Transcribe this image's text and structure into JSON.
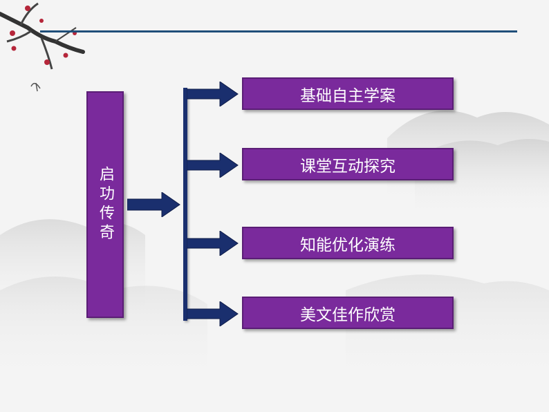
{
  "diagram": {
    "main_label": "启功传奇",
    "items": [
      {
        "label": "基础自主学案"
      },
      {
        "label": "课堂互动探究"
      },
      {
        "label": "知能优化演练"
      },
      {
        "label": "美文佳作欣赏"
      }
    ]
  },
  "colors": {
    "box_fill": "#7a2a9c",
    "arrow_fill": "#1a2f6e",
    "rule_line": "#1f4e79"
  },
  "decorations": {
    "corner_art": "plum-blossom-branch",
    "background_art": "ink-mountain-landscape"
  }
}
